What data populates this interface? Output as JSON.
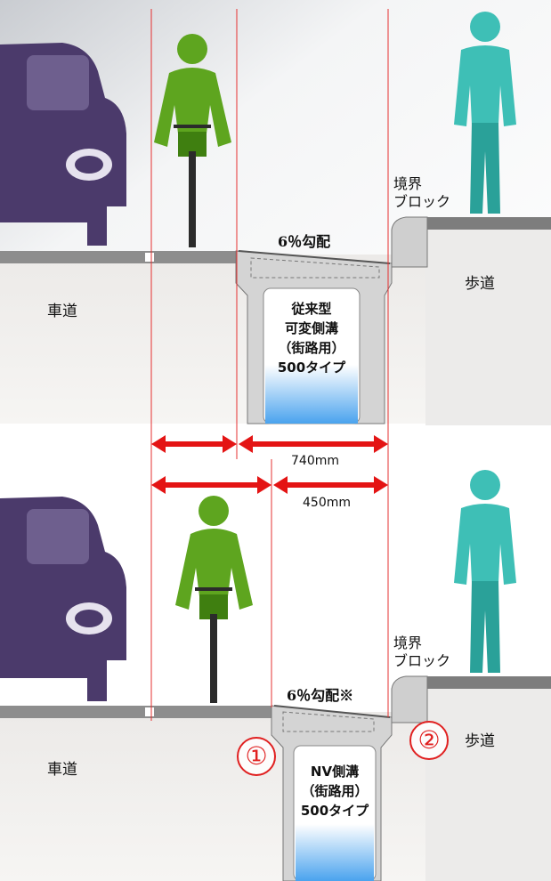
{
  "top": {
    "road_label": "車道",
    "sidewalk_label": "歩道",
    "boundary_block": [
      "境界",
      "ブロック"
    ],
    "grade_label": "6％勾配",
    "gutter_label": [
      "従来型",
      "可変側溝",
      "（街路用）",
      "500タイプ"
    ]
  },
  "bottom": {
    "road_label": "車道",
    "sidewalk_label": "歩道",
    "boundary_block": [
      "境界",
      "ブロック"
    ],
    "grade_label": "6％勾配※",
    "gutter_label": [
      "NV側溝",
      "（街路用）",
      "500タイプ"
    ],
    "markers": [
      "①",
      "②"
    ]
  },
  "dimensions": {
    "width_conventional": "740mm",
    "width_nv": "450mm"
  },
  "colors": {
    "car": "#4b3a6b",
    "cyclist": "#5ea51f",
    "pedestrian": "#3ebfb6",
    "arrow": "#e41414",
    "guide_line": "#e63030",
    "water": "#6fb8f0"
  }
}
